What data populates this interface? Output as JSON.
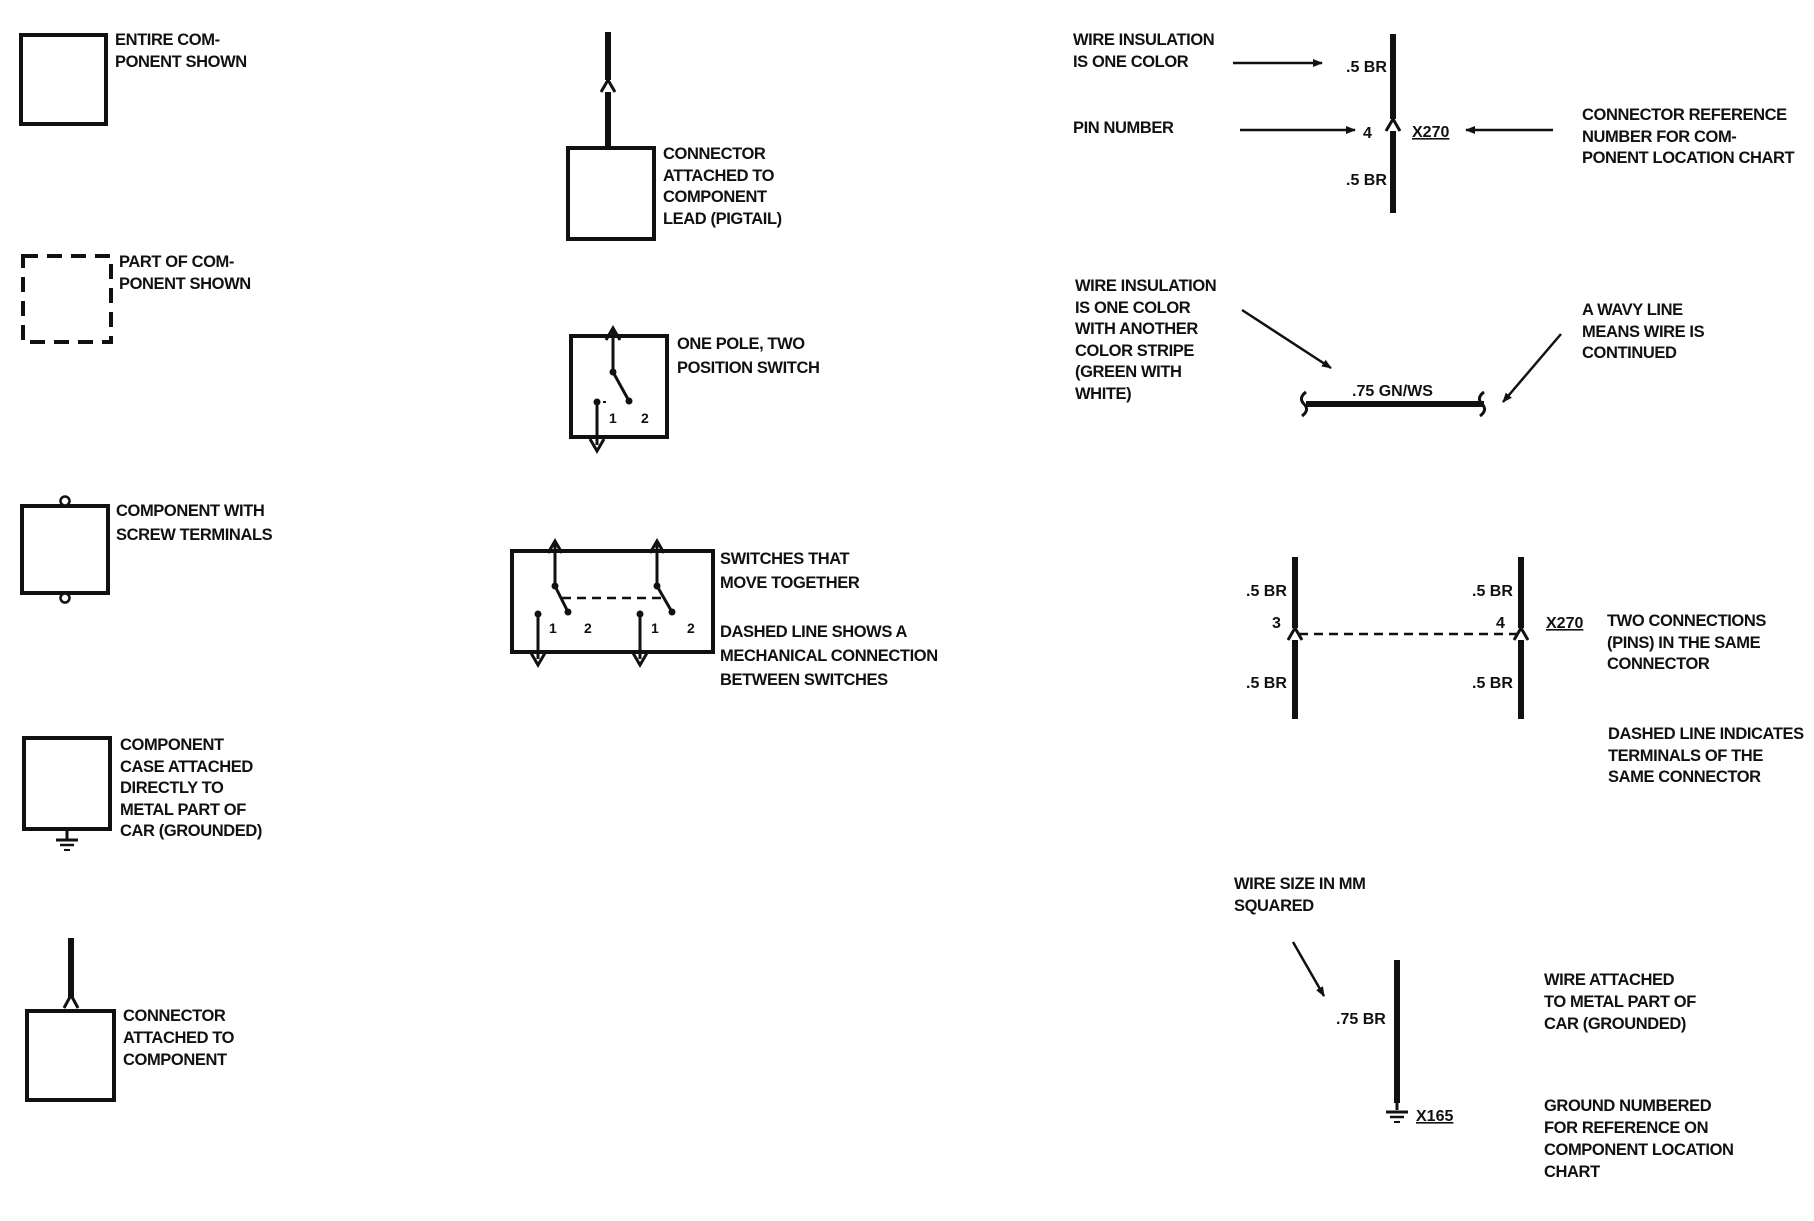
{
  "legend": {
    "entire_component": [
      "ENTIRE COM-",
      "PONENT SHOWN"
    ],
    "part_of_component": [
      "PART OF COM-",
      "PONENT SHOWN"
    ],
    "screw_terminals": [
      "COMPONENT WITH",
      "SCREW TERMINALS"
    ],
    "grounded_case": [
      "COMPONENT",
      "CASE ATTACHED",
      "DIRECTLY TO",
      "METAL PART OF",
      "CAR (GROUNDED)"
    ],
    "connector_to_component": [
      "CONNECTOR",
      "ATTACHED TO",
      "COMPONENT"
    ],
    "connector_pigtail": [
      "CONNECTOR",
      "ATTACHED TO",
      "COMPONENT",
      "LEAD (PIGTAIL)"
    ],
    "one_pole_switch": [
      "ONE POLE, TWO",
      "POSITION SWITCH"
    ],
    "switches_together": [
      "SWITCHES THAT",
      "MOVE TOGETHER"
    ],
    "dashed_mechanical": [
      "DASHED LINE SHOWS A",
      "MECHANICAL CONNECTION",
      "BETWEEN SWITCHES"
    ],
    "wire_one_color": [
      "WIRE INSULATION",
      "IS ONE COLOR"
    ],
    "pin_number": "PIN NUMBER",
    "connector_reference": [
      "CONNECTOR REFERENCE",
      "NUMBER FOR COM-",
      "PONENT LOCATION CHART"
    ],
    "wire_stripe": [
      "WIRE INSULATION",
      "IS ONE COLOR",
      "WITH ANOTHER",
      "COLOR STRIPE",
      "(GREEN WITH",
      "WHITE)"
    ],
    "wavy_line": [
      "A WAVY LINE",
      "MEANS WIRE IS",
      "CONTINUED"
    ],
    "two_connections": [
      "TWO CONNECTIONS",
      "(PINS) IN THE SAME",
      "CONNECTOR"
    ],
    "dashed_terminals": [
      "DASHED LINE INDICATES",
      "TERMINALS OF THE",
      "SAME CONNECTOR"
    ],
    "wire_size": [
      "WIRE SIZE IN MM",
      "SQUARED"
    ],
    "wire_grounded": [
      "WIRE ATTACHED",
      "TO METAL PART OF",
      "CAR (GROUNDED)"
    ],
    "ground_numbered": [
      "GROUND NUMBERED",
      "FOR REFERENCE ON",
      "COMPONENT LOCATION",
      "CHART"
    ]
  },
  "marks": {
    "wire_05br": ".5 BR",
    "pin_4": "4",
    "pin_3": "3",
    "connector_x270": "X270",
    "wire_075_gnws": ".75 GN/WS",
    "wire_075br": ".75 BR",
    "ground_x165": "X165",
    "switch_pos_1": "1",
    "switch_pos_2": "2"
  }
}
